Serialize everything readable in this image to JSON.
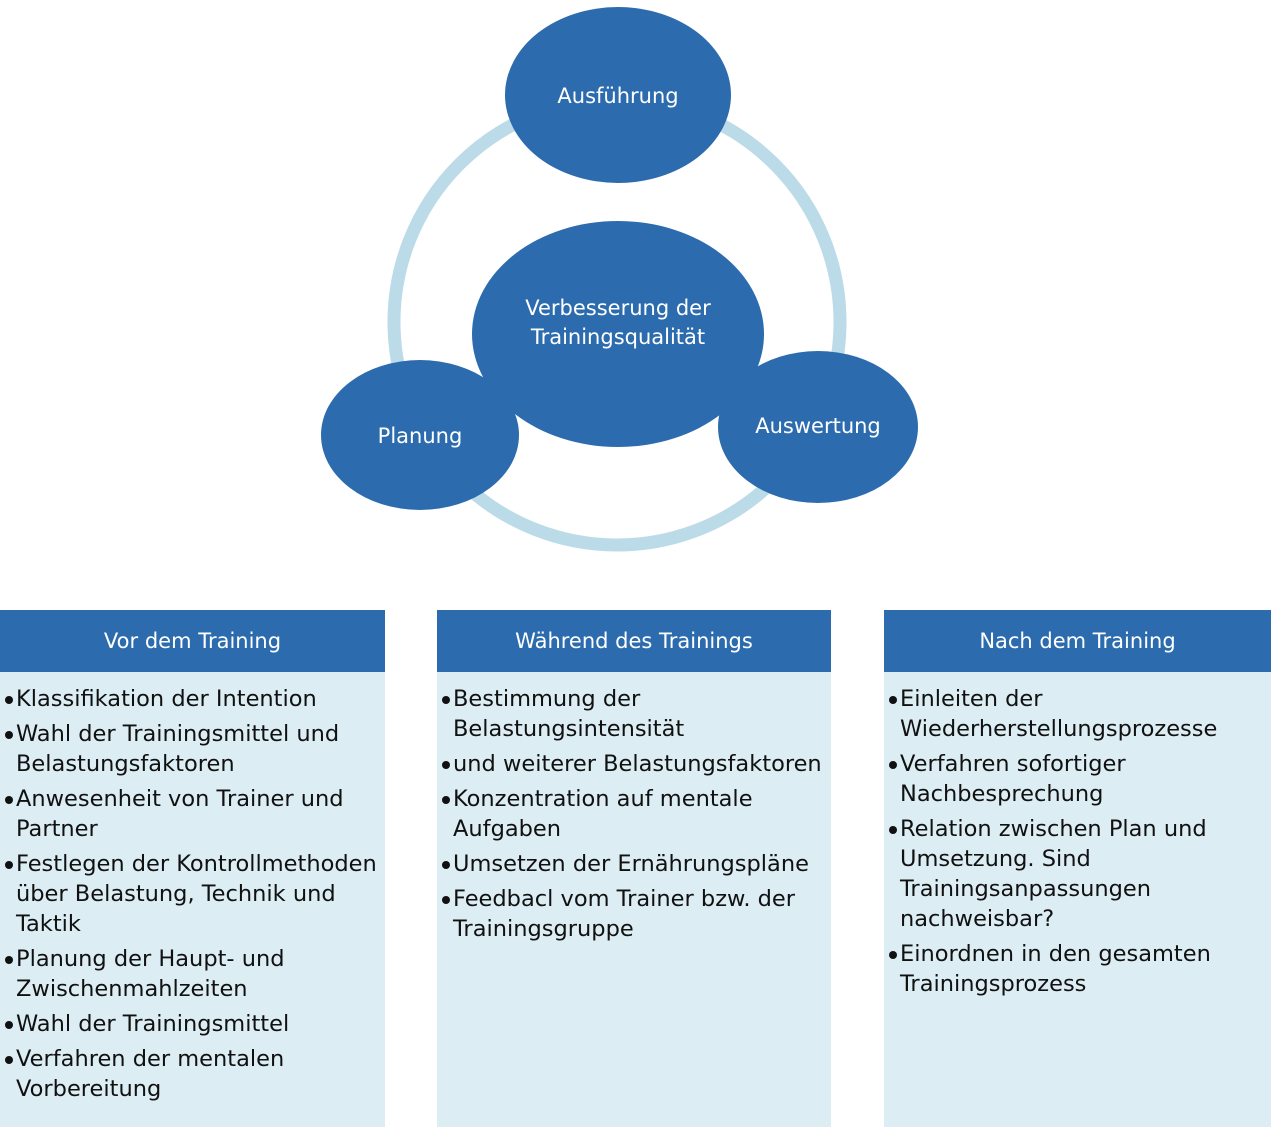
{
  "cycle": {
    "center": [
      "Verbesserung der",
      "Trainingsqualität"
    ],
    "top": "Ausführung",
    "left": "Planung",
    "right": "Auswertung"
  },
  "columns": [
    {
      "header": "Vor dem Training",
      "items": [
        "Klassifikation der Intention",
        "Wahl der Trainingsmittel und Belastungsfaktoren",
        "Anwesenheit von Trainer und Partner",
        "Festlegen der Kontrollmethoden über Belastung, Technik und Taktik",
        "Planung der Haupt- und Zwischenmahlzeiten",
        "Wahl der Trainingsmittel",
        "Verfahren der mentalen Vorbereitung"
      ]
    },
    {
      "header": "Während des Trainings",
      "items": [
        "Bestimmung der Belastungsintensität",
        "und weiterer Belastungsfaktoren",
        "Konzentration auf mentale Aufgaben",
        "Umsetzen der Ernährungspläne",
        "Feedbacl vom Trainer bzw. der Trainingsgruppe"
      ]
    },
    {
      "header": "Nach dem Training",
      "items": [
        "Einleiten der Wiederherstellungsprozesse",
        "Verfahren sofortiger Nachbesprechung",
        "Relation zwischen Plan und Umsetzung. Sind Trainingsanpassungen nachweisbar?",
        "Einordnen in den gesamten Trainingsprozess"
      ]
    }
  ],
  "colors": {
    "node_fill": "#2c6cae",
    "ring": "#bcdbe8",
    "header_fill": "#2c6cae",
    "panel_fill": "#dcedf4"
  }
}
